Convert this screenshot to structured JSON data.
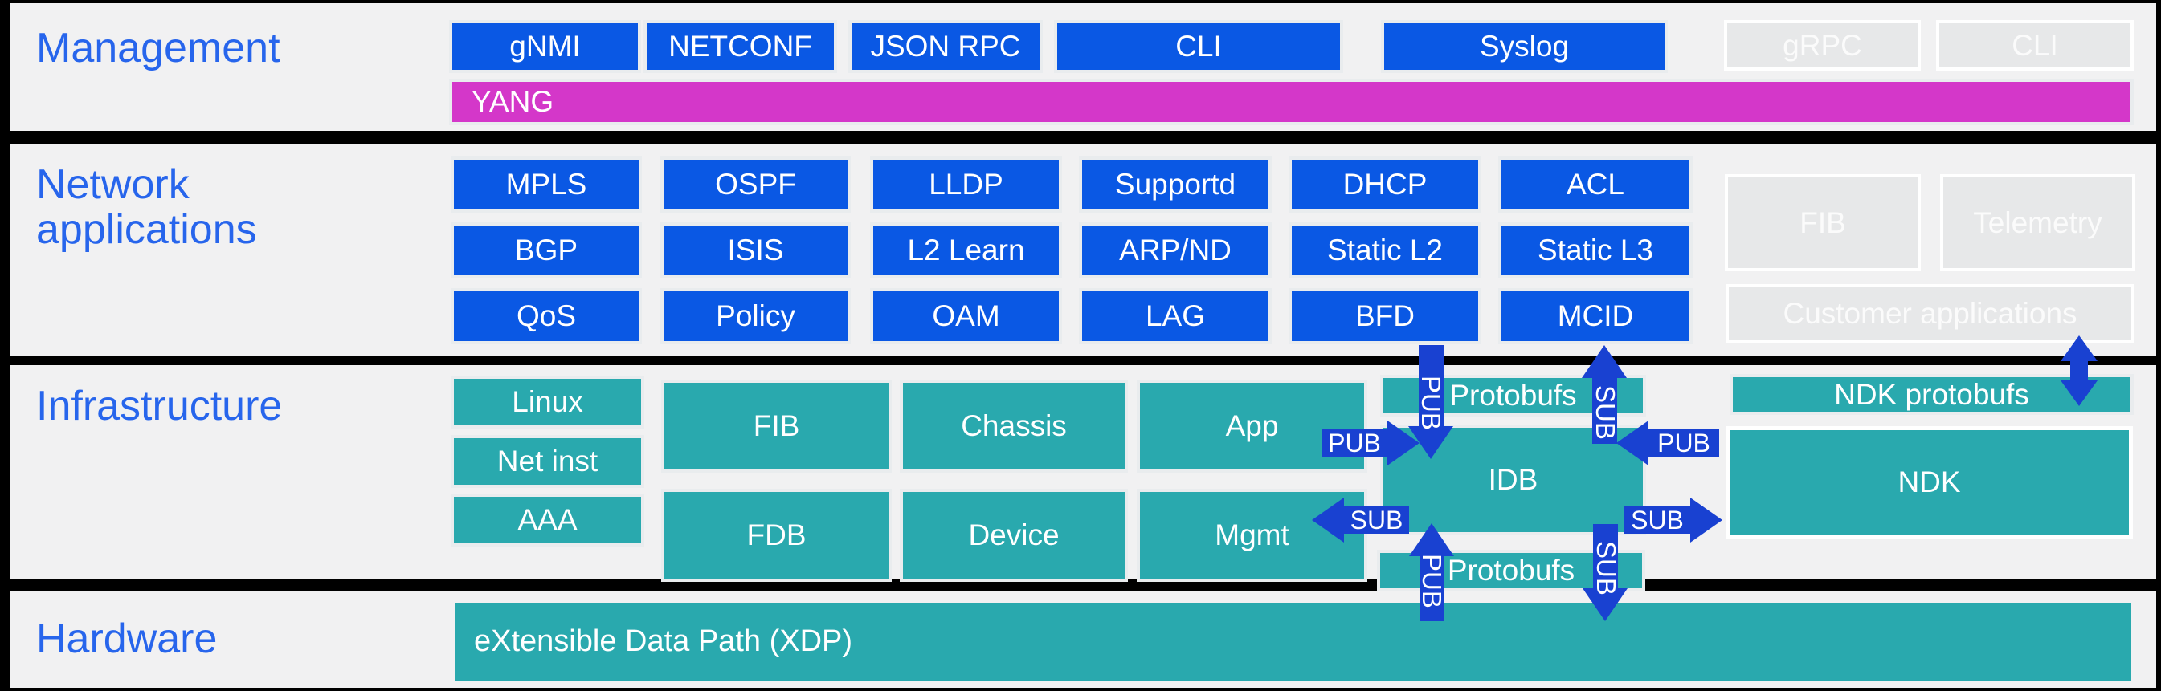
{
  "colors": {
    "box_blue": "#0a58e4",
    "teal": "#29a9ae",
    "magenta": "#d437c9",
    "arrow_blue": "#1941d1",
    "band_background": "#f1f1f2",
    "disabled_box_gray": "#e7e8e9",
    "title_blue": "#2765ec",
    "separator_black": "#000000"
  },
  "management": {
    "title": "Management",
    "protocol_boxes": [
      "gNMI",
      "NETCONF",
      "JSON RPC",
      "CLI",
      "Syslog"
    ],
    "disabled_boxes": [
      "gRPC",
      "CLI"
    ],
    "yang_label": "YANG"
  },
  "network_applications": {
    "title_line1": "Network",
    "title_line2": "applications",
    "grid": [
      [
        "MPLS",
        "OSPF",
        "LLDP",
        "Supportd",
        "DHCP",
        "ACL"
      ],
      [
        "BGP",
        "ISIS",
        "L2 Learn",
        "ARP/ND",
        "Static L2",
        "Static L3"
      ],
      [
        "QoS",
        "Policy",
        "OAM",
        "LAG",
        "BFD",
        "MCID"
      ]
    ],
    "disabled_boxes": [
      "FIB",
      "Telemetry",
      "Customer applications"
    ]
  },
  "infrastructure": {
    "title": "Infrastructure",
    "os_boxes": [
      "Linux",
      "Net inst",
      "AAA"
    ],
    "service_boxes_row1": [
      "FIB",
      "Chassis",
      "App"
    ],
    "service_boxes_row2": [
      "FDB",
      "Device",
      "Mgmt"
    ],
    "bus": {
      "protobufs_top": "Protobufs",
      "idb": "IDB",
      "protobufs_bottom": "Protobufs",
      "ndk_protobufs": "NDK protobufs",
      "ndk": "NDK"
    },
    "arrows": {
      "app_to_idb": "PUB",
      "idb_to_mgmt": "SUB",
      "mcid_channel_pub": "PUB",
      "mcid_channel_sub": "SUB",
      "ndk_to_idb": "PUB",
      "idb_to_ndk": "SUB",
      "xdp_channel_pub": "PUB",
      "xdp_channel_sub": "SUB"
    }
  },
  "hardware": {
    "title": "Hardware",
    "xdp_label": "eXtensible Data Path (XDP)"
  }
}
